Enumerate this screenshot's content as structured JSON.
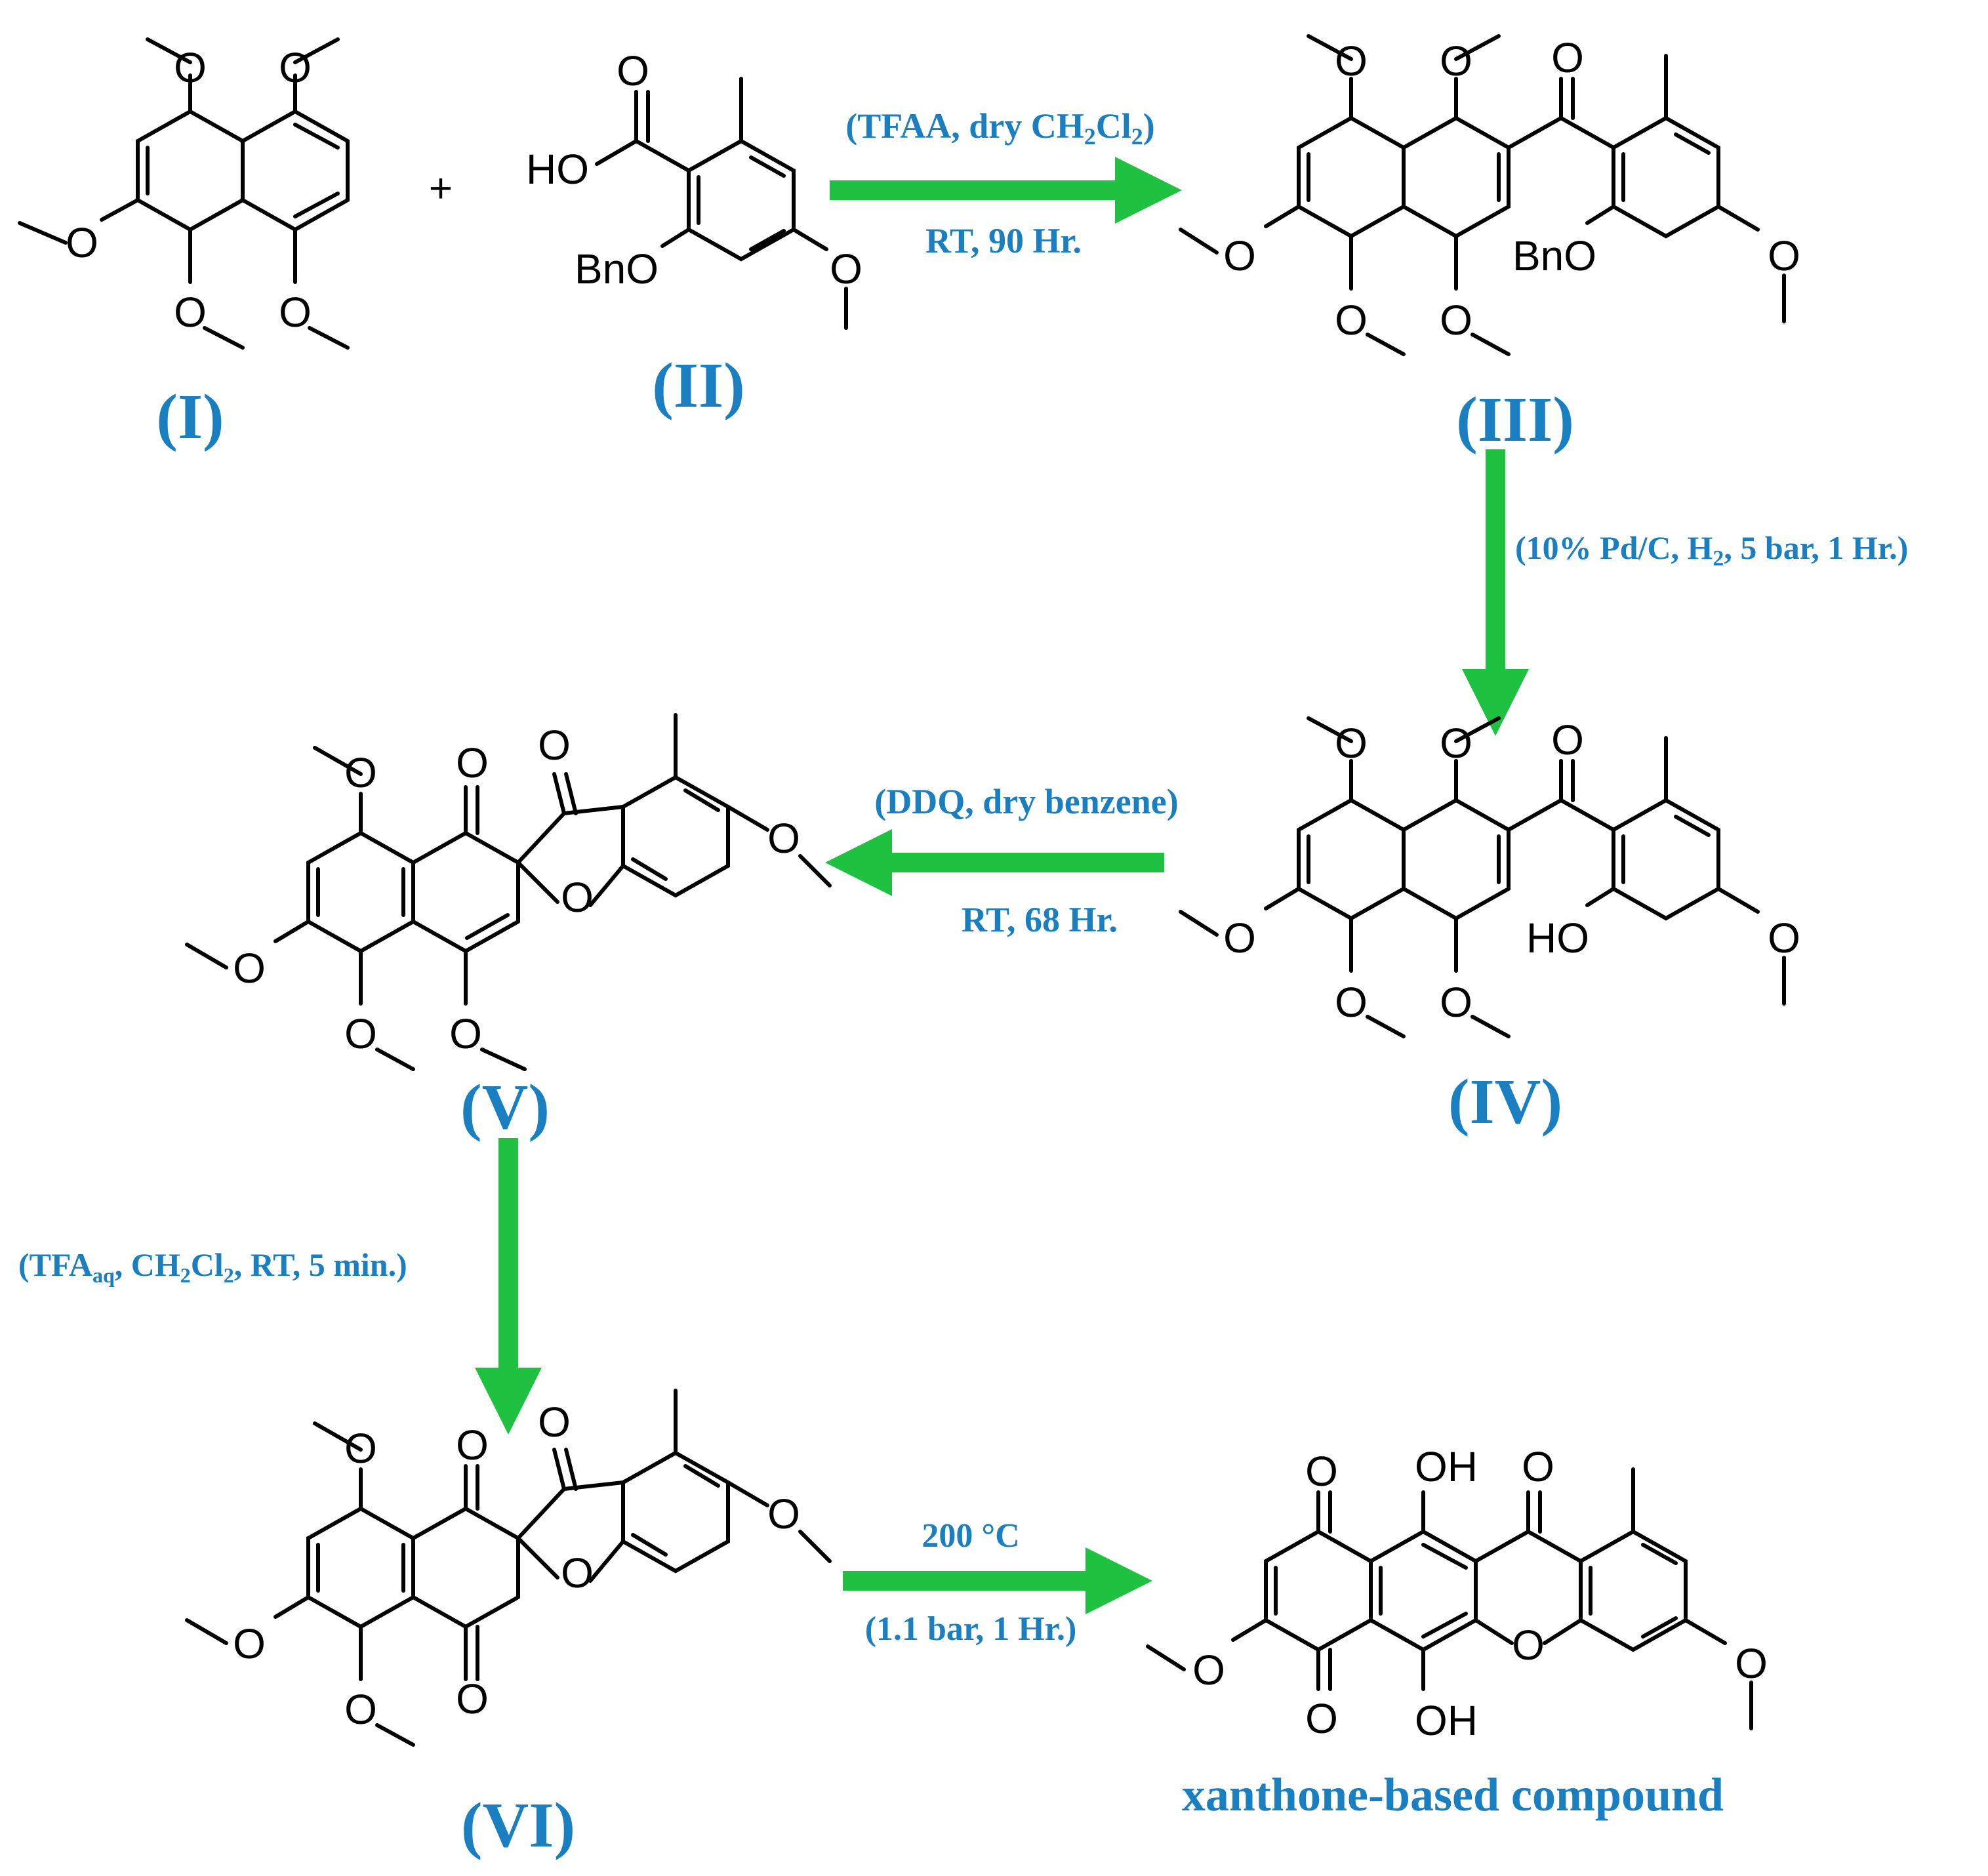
{
  "colors": {
    "label": "#1a7fc1",
    "arrow": "#1fc240",
    "structure": "#000000"
  },
  "compounds": {
    "I": "(I)",
    "II": "(II)",
    "III": "(III)",
    "IV": "(IV)",
    "V": "(V)",
    "VI": "(VI)",
    "product": "xanthone-based compound"
  },
  "plus_sign": "+",
  "atoms": {
    "O": "O",
    "HO": "HO",
    "OH": "OH",
    "BnO": "BnO"
  },
  "conditions": {
    "step1_top": {
      "pre": "(TFAA, dry CH",
      "sub1": "2",
      "mid": "Cl",
      "sub2": "2",
      "post": ")"
    },
    "step1_bottom": "RT, 90 Hr.",
    "step2": {
      "pre": "(10% Pd/C, H",
      "sub": "2",
      "post": ", 5 bar, 1 Hr.)"
    },
    "step3_top": "(DDQ, dry benzene)",
    "step3_bottom": "RT, 68 Hr.",
    "step4": {
      "pre": "(TFA",
      "sub1": "aq",
      "mid1": ", CH",
      "sub2": "2",
      "mid2": "Cl",
      "sub3": "2",
      "post": ", RT, 5 min.)"
    },
    "step5_top": "200 °C",
    "step5_bottom": "(1.1 bar, 1 Hr.)"
  }
}
